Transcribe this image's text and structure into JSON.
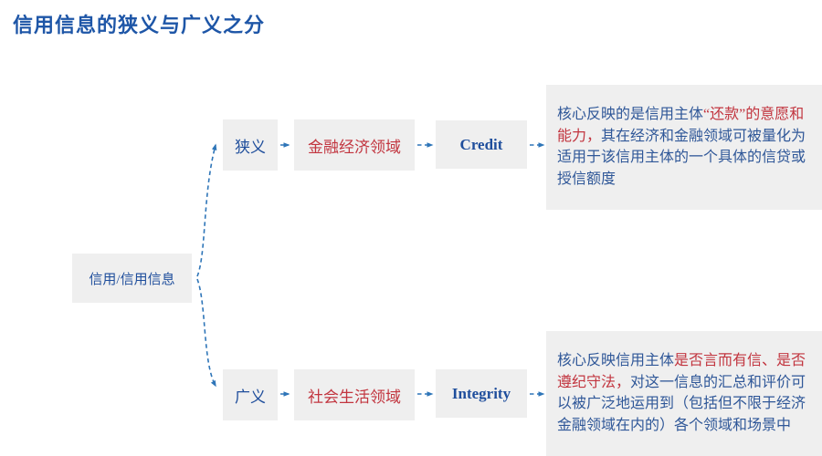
{
  "title": "信用信息的狭义与广义之分",
  "root": {
    "label": "信用/信用信息"
  },
  "branches": [
    {
      "id": "narrow",
      "category": "狭义",
      "domain": "金融经济领域",
      "term": "Credit",
      "description": {
        "pre": "核心反映的是信用主体",
        "highlight": "“还款”的意愿和能力，",
        "post": "其在经济和金融领域可被量化为适用于该信用主体的一个具体的信贷或授信额度"
      }
    },
    {
      "id": "broad",
      "category": "广义",
      "domain": "社会生活领域",
      "term": "Integrity",
      "description": {
        "pre": "核心反映信用主体",
        "highlight": "是否言而有信、是否遵纪守法，",
        "post": "对这一信息的汇总和评价可以被广泛地运用到（包括但不限于经济金融领域在内的）各个领域和场景中"
      }
    }
  ],
  "colors": {
    "title_blue": "#1E56A7",
    "label_blue": "#1F4E9C",
    "body_blue": "#2F5798",
    "highlight_red": "#C2353F",
    "arrow_blue": "#2E75B8",
    "box_gray": "#EFEFEF"
  }
}
